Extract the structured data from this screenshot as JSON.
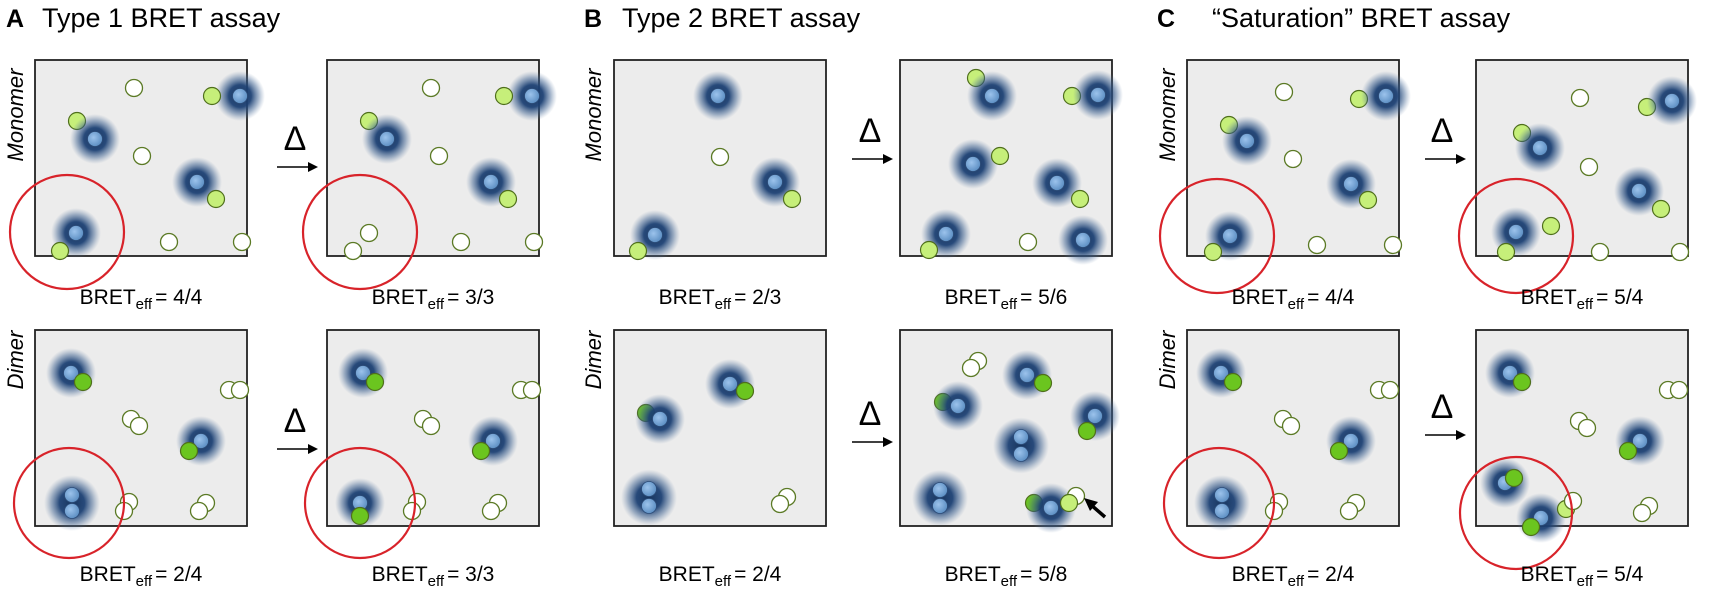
{
  "colors": {
    "panel_bg": "#ececec",
    "panel_border": "#222222",
    "donor_core": "#6f9fd0",
    "donor_glow": "#17355e",
    "acceptor_light": "#c6ef7a",
    "acceptor_dark": "#6bc51f",
    "acceptor_edge": "#4f6f1c",
    "empty_edge": "#5b7a25",
    "highlight_circle": "#d8232a"
  },
  "icons": [
    "arrow-icon",
    "delta-icon",
    "donor-icon",
    "acceptor-icon",
    "empty-acceptor-icon"
  ],
  "sections": [
    {
      "letter": "A",
      "title": "Type 1 BRET assay"
    },
    {
      "letter": "B",
      "title": "Type 2 BRET assay"
    },
    {
      "letter": "C",
      "title": "“Saturation” BRET assay"
    }
  ],
  "row_labels": [
    "Monomer",
    "Dimer"
  ],
  "arrow_symbol": "Δ",
  "bret_prefix": "BRET",
  "bret_sub": "eff",
  "panels": [
    {
      "id": "A-mono-before",
      "value": "= 4/4"
    },
    {
      "id": "A-mono-after",
      "value": "= 3/3"
    },
    {
      "id": "A-dimer-before",
      "value": "= 2/4"
    },
    {
      "id": "A-dimer-after",
      "value": "= 3/3"
    },
    {
      "id": "B-mono-before",
      "value": "= 2/3"
    },
    {
      "id": "B-mono-after",
      "value": "= 5/6"
    },
    {
      "id": "B-dimer-before",
      "value": "= 2/4"
    },
    {
      "id": "B-dimer-after",
      "value": "= 5/8"
    },
    {
      "id": "C-mono-before",
      "value": "= 4/4"
    },
    {
      "id": "C-mono-after",
      "value": "= 5/4"
    },
    {
      "id": "C-dimer-before",
      "value": "= 2/4"
    },
    {
      "id": "C-dimer-after",
      "value": "= 5/4"
    }
  ]
}
